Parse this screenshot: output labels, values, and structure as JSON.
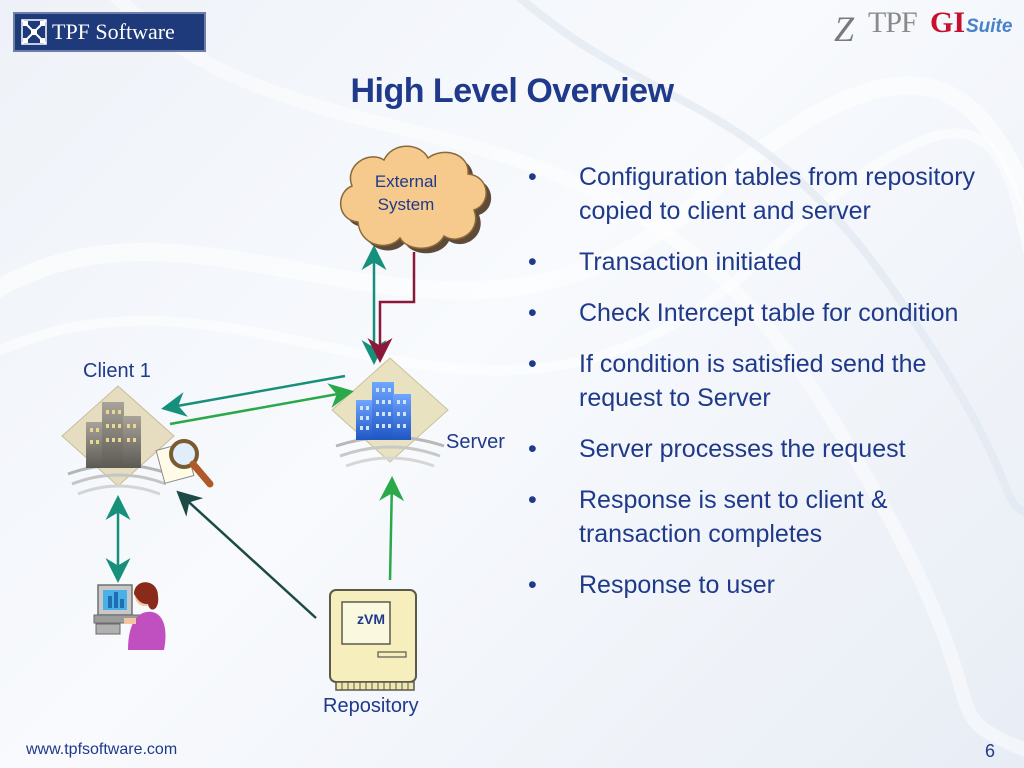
{
  "header": {
    "logo_text": "TPF Software",
    "suite_z": "Z",
    "suite_tpf": "TPF",
    "suite_gi": "GI",
    "suite_word": "Suite"
  },
  "title": "High Level Overview",
  "diagram": {
    "nodes": {
      "external_system": "External System",
      "client": "Client 1",
      "server": "Server",
      "zvm": "zVM",
      "repository": "Repository"
    },
    "colors": {
      "teal_arrow": "#16907a",
      "green_arrow": "#2aa84a",
      "maroon_arrow": "#8b1838",
      "dark_arrow": "#1e4a45",
      "cloud_fill": "#f6c98c",
      "building_blue": "#2f6fd6"
    }
  },
  "bullets": [
    "Configuration tables from repository copied to client and server",
    "Transaction initiated",
    "Check Intercept table for condition",
    "If condition is satisfied send the request to Server",
    "Server processes the request",
    "Response is sent to client & transaction completes",
    "Response to user"
  ],
  "bullet_symbol": "•",
  "footer": {
    "url": "www.tpfsoftware.com",
    "page": "6"
  }
}
